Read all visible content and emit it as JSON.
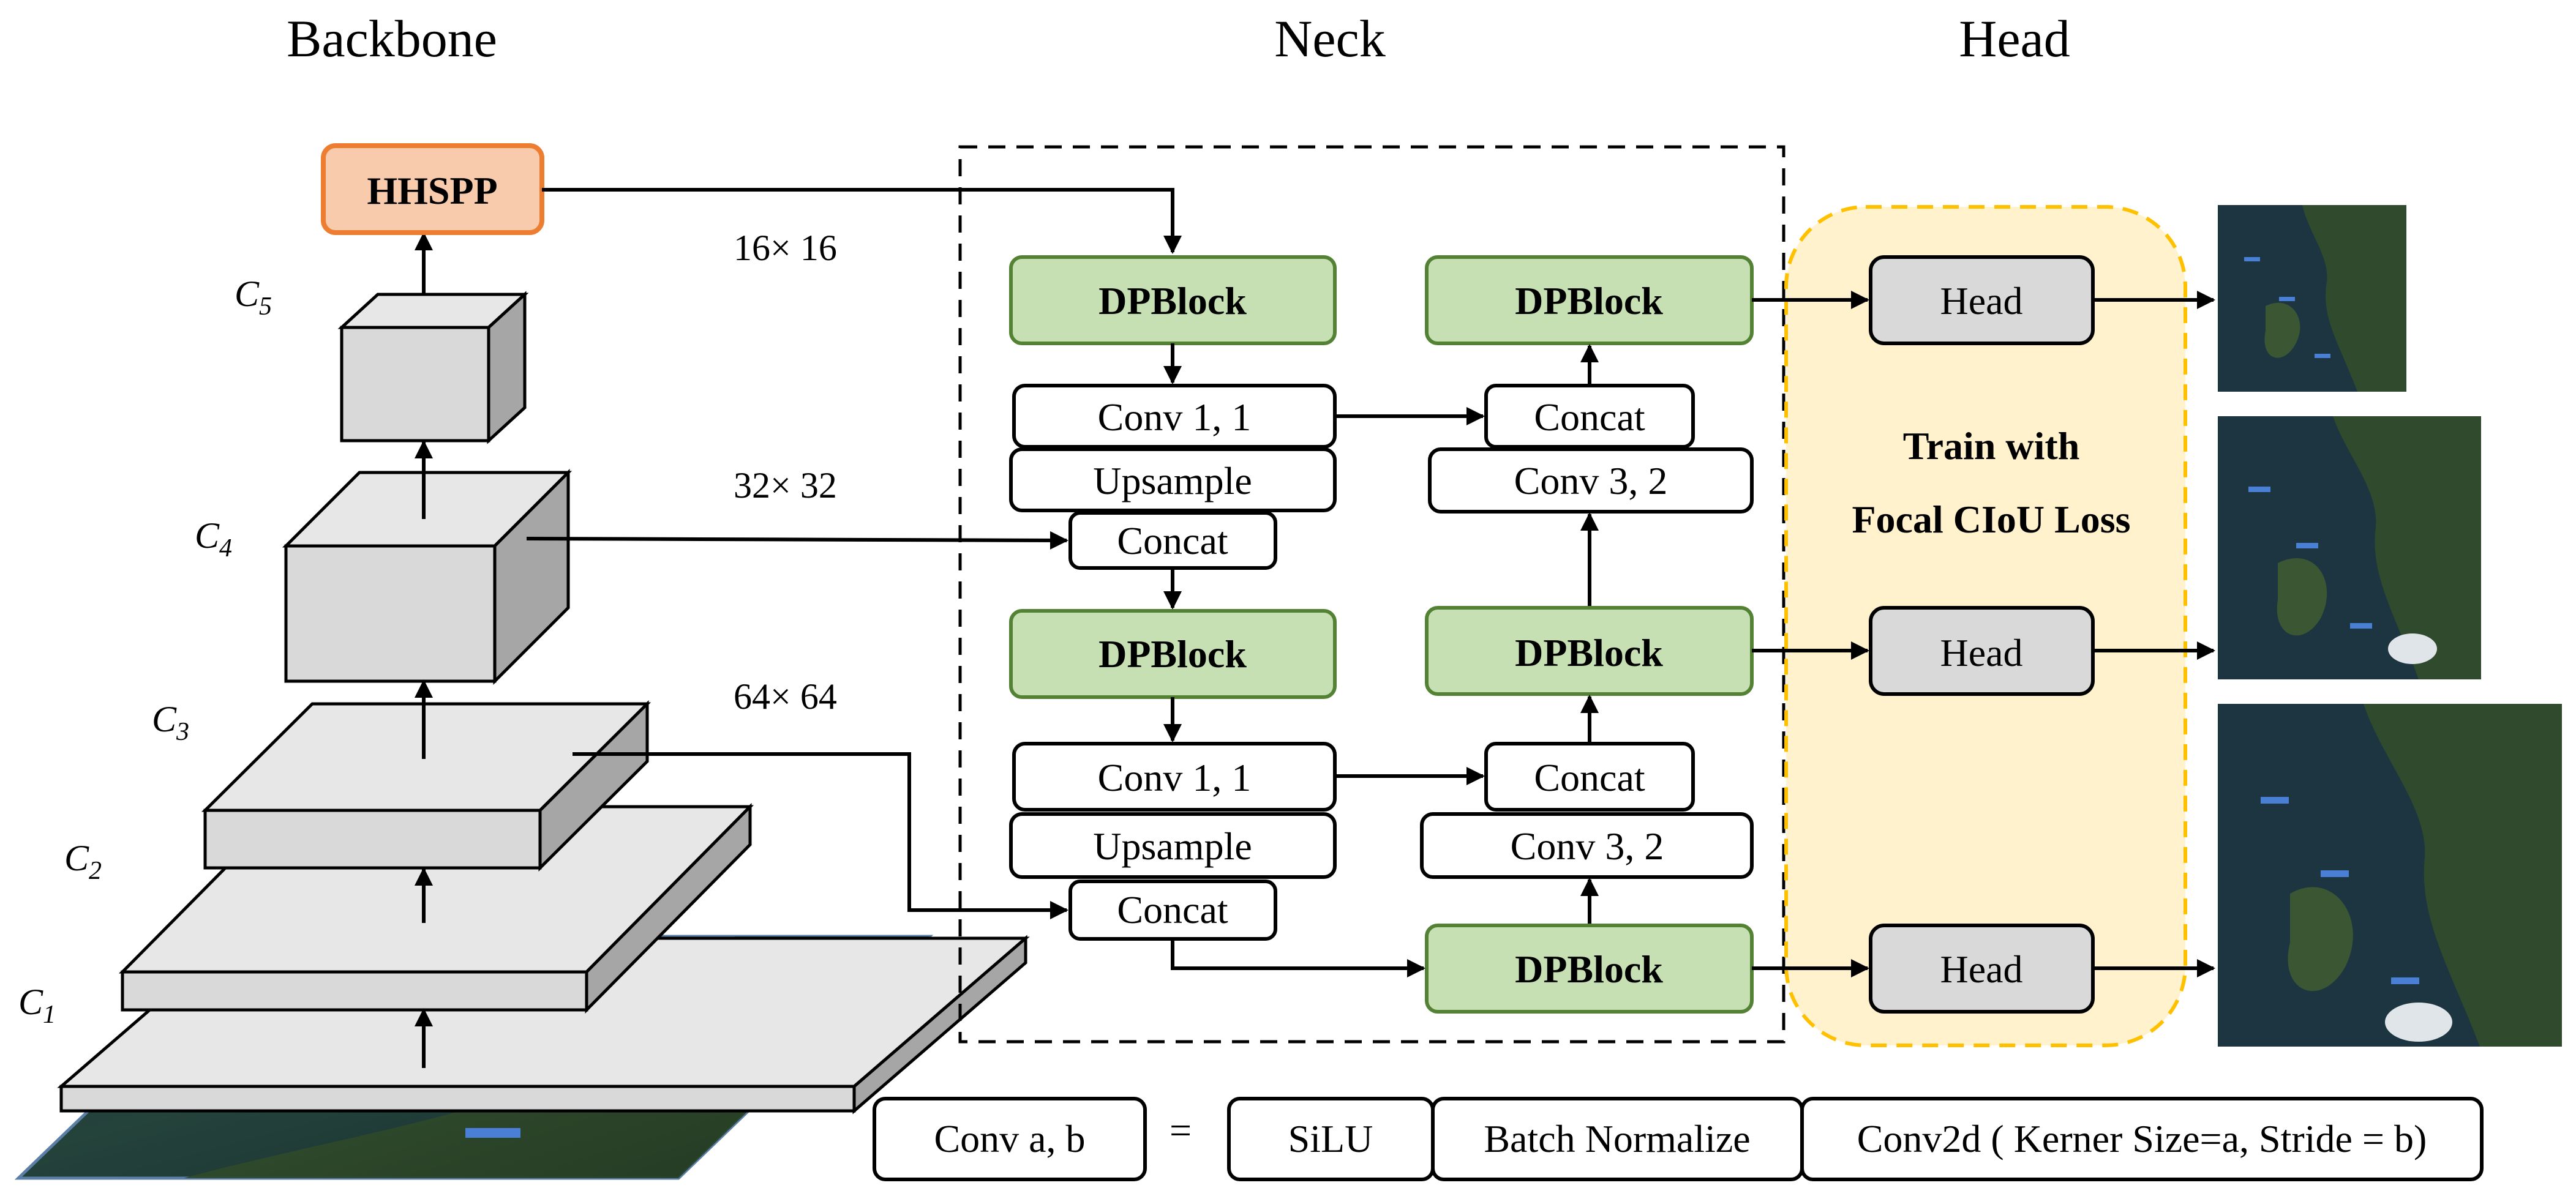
{
  "headers": {
    "backbone": "Backbone",
    "neck": "Neck",
    "head": "Head"
  },
  "backbone": {
    "spp_label": "HHSPP",
    "stages": [
      {
        "base": "C",
        "sub": "1"
      },
      {
        "base": "C",
        "sub": "2"
      },
      {
        "base": "C",
        "sub": "3"
      },
      {
        "base": "C",
        "sub": "4"
      },
      {
        "base": "C",
        "sub": "5"
      }
    ],
    "resolutions": [
      "16× 16",
      "32× 32",
      "64× 64"
    ]
  },
  "neck": {
    "dpblock": "DPBlock",
    "conv11": "Conv 1, 1",
    "upsample": "Upsample",
    "concat": "Concat",
    "conv32": "Conv 3, 2"
  },
  "head": {
    "head_label": "Head",
    "train_line1": "Train with",
    "train_line2": "Focal CIoU Loss"
  },
  "legend": {
    "conv_ab": "Conv a, b",
    "equals": "=",
    "silu": "SiLU",
    "batch_norm": "Batch Normalize",
    "conv2d": "Conv2d ( Kerner Size=a, Stride = b)"
  },
  "colors": {
    "dpblock_fill": "#c6e0b4",
    "dpblock_stroke": "#548235",
    "hhspp_fill": "#f8cbad",
    "hhspp_stroke": "#ed7d31",
    "head_fill": "#d9d9d9",
    "train_region_fill": "#fff2cc",
    "train_region_stroke": "#ffc000",
    "cube_front": "#d9d9d9",
    "cube_top": "#e7e7e7",
    "cube_side": "#a6a6a6"
  }
}
